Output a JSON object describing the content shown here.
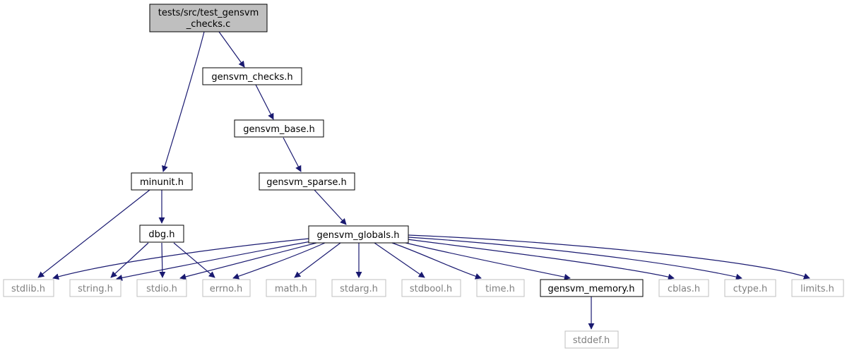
{
  "colors": {
    "edge": "#191970",
    "node_border_project": "#000000",
    "node_border_external": "#bfbfbf",
    "root_fill": "#bfbfbf",
    "node_fill": "#ffffff",
    "text_project": "#000000",
    "text_external": "#7f7f7f"
  },
  "nodes": {
    "root": {
      "line1": "tests/src/test_gensvm",
      "line2": "_checks.c"
    },
    "gensvm_checks": "gensvm_checks.h",
    "gensvm_base": "gensvm_base.h",
    "gensvm_sparse": "gensvm_sparse.h",
    "gensvm_globals": "gensvm_globals.h",
    "minunit": "minunit.h",
    "dbg": "dbg.h",
    "stdlib": "stdlib.h",
    "string": "string.h",
    "stdio": "stdio.h",
    "errno": "errno.h",
    "math": "math.h",
    "stdarg": "stdarg.h",
    "stdbool": "stdbool.h",
    "time": "time.h",
    "gensvm_memory": "gensvm_memory.h",
    "cblas": "cblas.h",
    "ctype": "ctype.h",
    "limits": "limits.h",
    "stddef": "stddef.h"
  }
}
